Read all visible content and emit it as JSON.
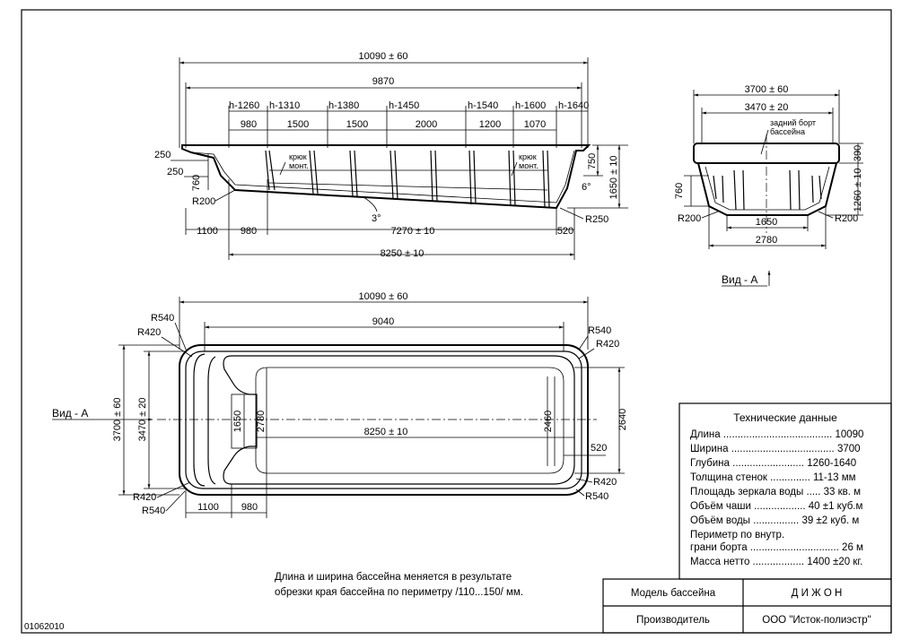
{
  "document_code": "01062010",
  "note": {
    "line1": "Длина и ширина бассейна меняется в результате",
    "line2": "обрезки края бассейна по периметру /110...150/ мм."
  },
  "tech": {
    "title": "Технические данные",
    "rows": [
      "Длина ...................................... 10090",
      "Ширина .................................... 3700",
      "Глубина ......................... 1260-1640",
      "Толщина стенок .............. 11-13 мм",
      "Площадь зеркала воды ..... 33 кв. м",
      "Объём чаши .................. 40 ±1 куб.м",
      "Объём воды ................ 39 ±2 куб. м",
      "Периметр по внутр.",
      "грани борта ............................... 26 м",
      "Масса нетто .................. 1400 ±20 кг."
    ]
  },
  "footer": {
    "model_label": "Модель бассейна",
    "model_value": "Д И Ж О Н",
    "maker_label": "Производитель",
    "maker_value": "ООО \"Исток-полиэстр\""
  },
  "side_view": {
    "overall": "10090 ± 60",
    "inner": "9870",
    "depths": [
      "h-1260",
      "h-1310",
      "h-1380",
      "h-1450",
      "h-1540",
      "h-1600",
      "h-1640"
    ],
    "segments": [
      "980",
      "1500",
      "1500",
      "2000",
      "1200",
      "1070"
    ],
    "hook1": [
      "крюк",
      "монт."
    ],
    "hook2": [
      "крюк",
      "монт."
    ],
    "left_250a": "250",
    "left_250b": "250",
    "left_760": "760",
    "left_r200": "R200",
    "right_750": "750",
    "right_1650": "1650 ± 10",
    "angle6": "6°",
    "angle3": "3°",
    "right_r250": "R250",
    "bottom_1100": "1100",
    "bottom_980": "980",
    "bottom_7270": "7270 ± 10",
    "bottom_520": "520",
    "bottom_8250": "8250 ± 10"
  },
  "end_view": {
    "overall": "3700 ± 60",
    "inner": "3470 ± 20",
    "rear_note": [
      "задний борт",
      "бассейна"
    ],
    "right_390": "390",
    "right_1260": "1260 ± 10",
    "left_760": "760",
    "left_r200": "R200",
    "right_r200": "R200",
    "bottom_1650": "1650",
    "bottom_2780": "2780",
    "view_label": "Вид - А"
  },
  "plan_view": {
    "overall": "10090 ± 60",
    "inner": "9040",
    "r540_tl": "R540",
    "r420_tl": "R420",
    "r540_tr": "R540",
    "r420_tr": "R420",
    "r420_br": "R420",
    "r540_br": "R540",
    "r420_bl": "R420",
    "r540_bl": "R540",
    "view_label": "Вид - А",
    "left_3700": "3700 ± 60",
    "left_3470": "3470 ± 20",
    "in_1650": "1650",
    "in_2780": "2780",
    "center_8250": "8250 ± 10",
    "in_2460": "2460",
    "right_2640": "2640",
    "right_520": "520",
    "bottom_1100": "1100",
    "bottom_980": "980"
  }
}
